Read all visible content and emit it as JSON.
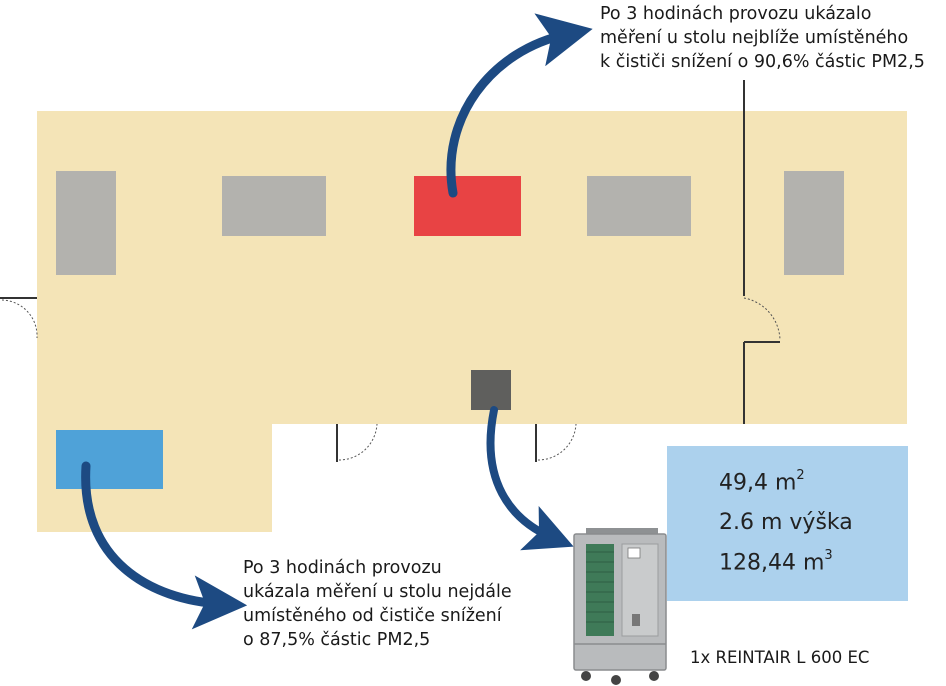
{
  "annotations": {
    "nearest_desk_lines": [
      "Po 3 hodinách provozu ukázalo",
      "měření u stolu nejblíže umístěného",
      "k čističi snížení o 90,6% částic PM2,5"
    ],
    "farthest_desk_lines": [
      "Po 3 hodinách provozu",
      "ukázala měření u stolu nejdále",
      "umístěného od čističe snížení",
      "o 87,5% částic PM2,5"
    ]
  },
  "room_info": {
    "area": "49,4 m",
    "area_unit_sup": "2",
    "height": "2.6 m výška",
    "volume": "128,44 m",
    "volume_unit_sup": "3"
  },
  "device": {
    "label": "1x REINTAIR L 600 EC",
    "grille_color": "#3f7a58",
    "body_color": "#b9bbbd"
  },
  "colors": {
    "floor": "#f4e4b7",
    "desk": "#b3b2ae",
    "nearest_desk": "#e84344",
    "farthest_desk": "#4fa2d8",
    "purifier_spot": "#5f5f5d",
    "arrow": "#1d4a82",
    "info_box": "#acd1ed"
  }
}
